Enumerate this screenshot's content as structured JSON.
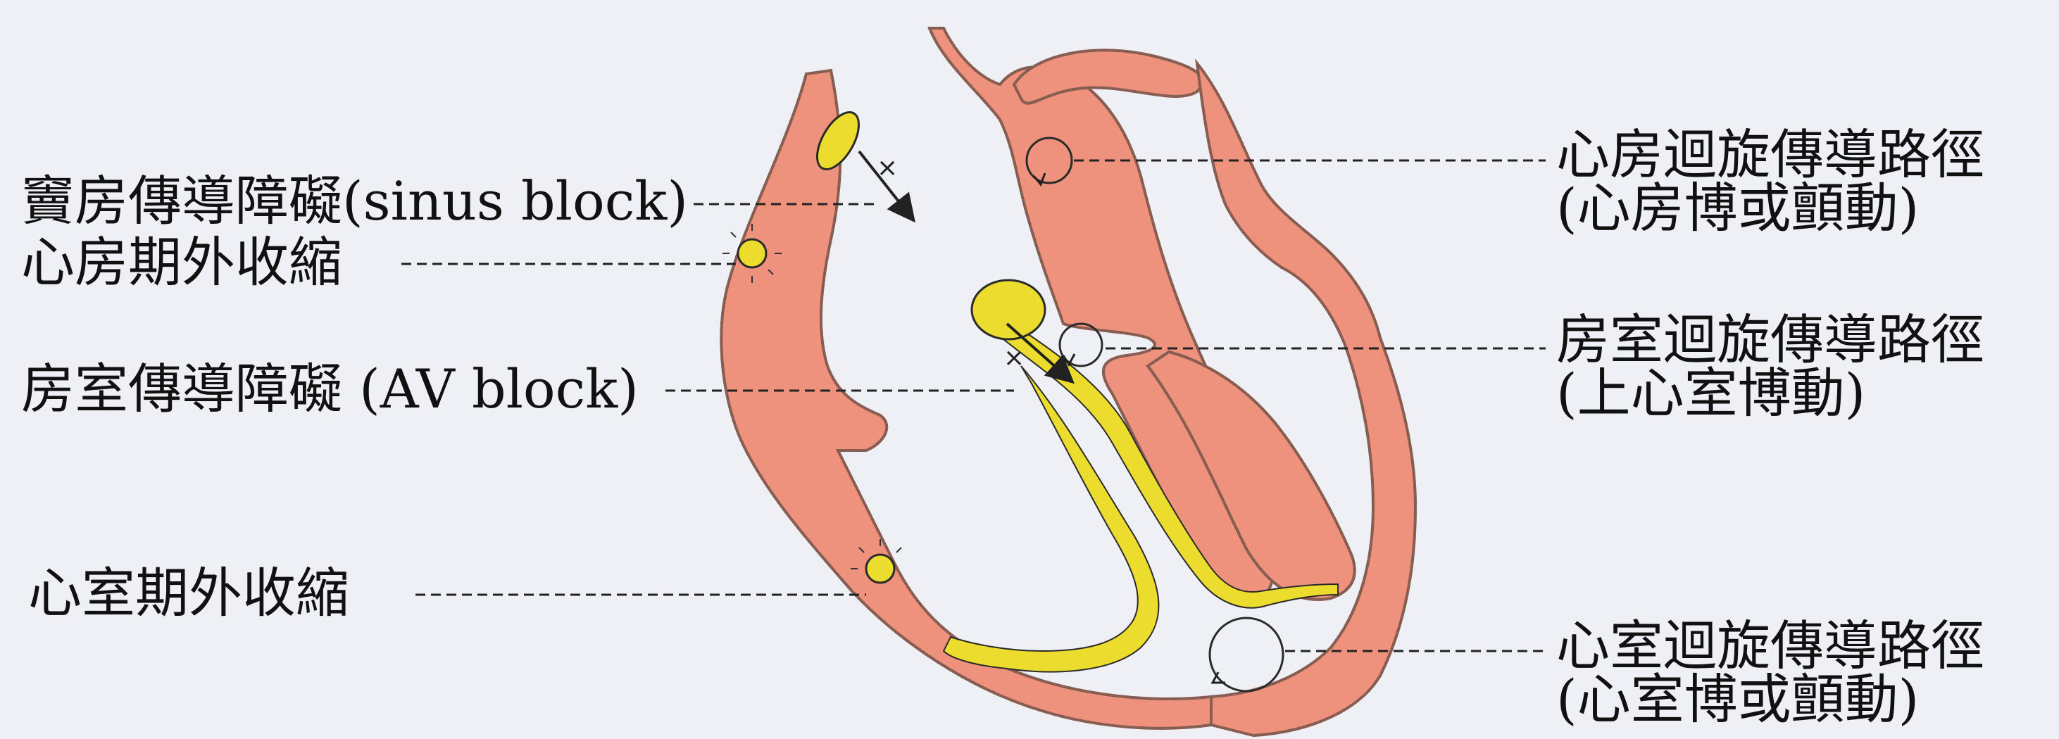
{
  "labels": {
    "sinus_block": "竇房傳導障礙(sinus block)",
    "atrial_premature": "心房期外收縮",
    "av_block": "房室傳導障礙 (AV block)",
    "ventricular_premature": "心室期外收縮",
    "atrial_reentry_1": "心房迴旋傳導路徑",
    "atrial_reentry_2": "(心房博或顫動)",
    "av_reentry_1": "房室迴旋傳導路徑",
    "av_reentry_2": "(上心室博動)",
    "ventricular_reentry_1": "心室迴旋傳導路徑",
    "ventricular_reentry_2": "(心室博或顫動)"
  },
  "colors": {
    "background": "#eef0f6",
    "myocardium": "#f08c78",
    "conduction": "#ecdc2e",
    "outline": "#2a2a2a",
    "leader": "#222222"
  }
}
